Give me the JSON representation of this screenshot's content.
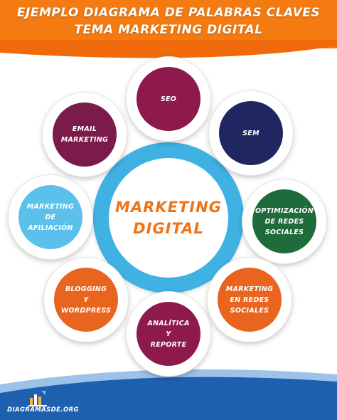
{
  "header": {
    "title_line1": "EJEMPLO DIAGRAMA DE PALABRAS CLAVES",
    "title_line2": "TEMA MARKETING DIGITAL",
    "color": "#f47a12"
  },
  "center": {
    "label": "MARKETING\nDIGITAL",
    "ring_color": "#3fb1e3",
    "text_color": "#f07316"
  },
  "nodes": [
    {
      "label": "SEO",
      "color": "#8e1a4c"
    },
    {
      "label": "SEM",
      "color": "#1f2660"
    },
    {
      "label": "OPTIMIZACIÓN\nDE REDES\nSOCIALES",
      "color": "#1f6b3c"
    },
    {
      "label": "MARKETING\nEN REDES\nSOCIALES",
      "color": "#e8641f"
    },
    {
      "label": "ANALÍTICA\nY\nREPORTE",
      "color": "#8e1a4c"
    },
    {
      "label": "BLOGGING\nY\nWORDPRESS",
      "color": "#e8641f"
    },
    {
      "label": "MARKETING\nDE\nAFILIACIÓN",
      "color": "#5bc0ec"
    },
    {
      "label": "EMAIL\nMARKETING",
      "color": "#7a1b4a"
    }
  ],
  "footer": {
    "logo_text": "DIAGRAMASDE.ORG",
    "color": "#1f5fb0"
  }
}
